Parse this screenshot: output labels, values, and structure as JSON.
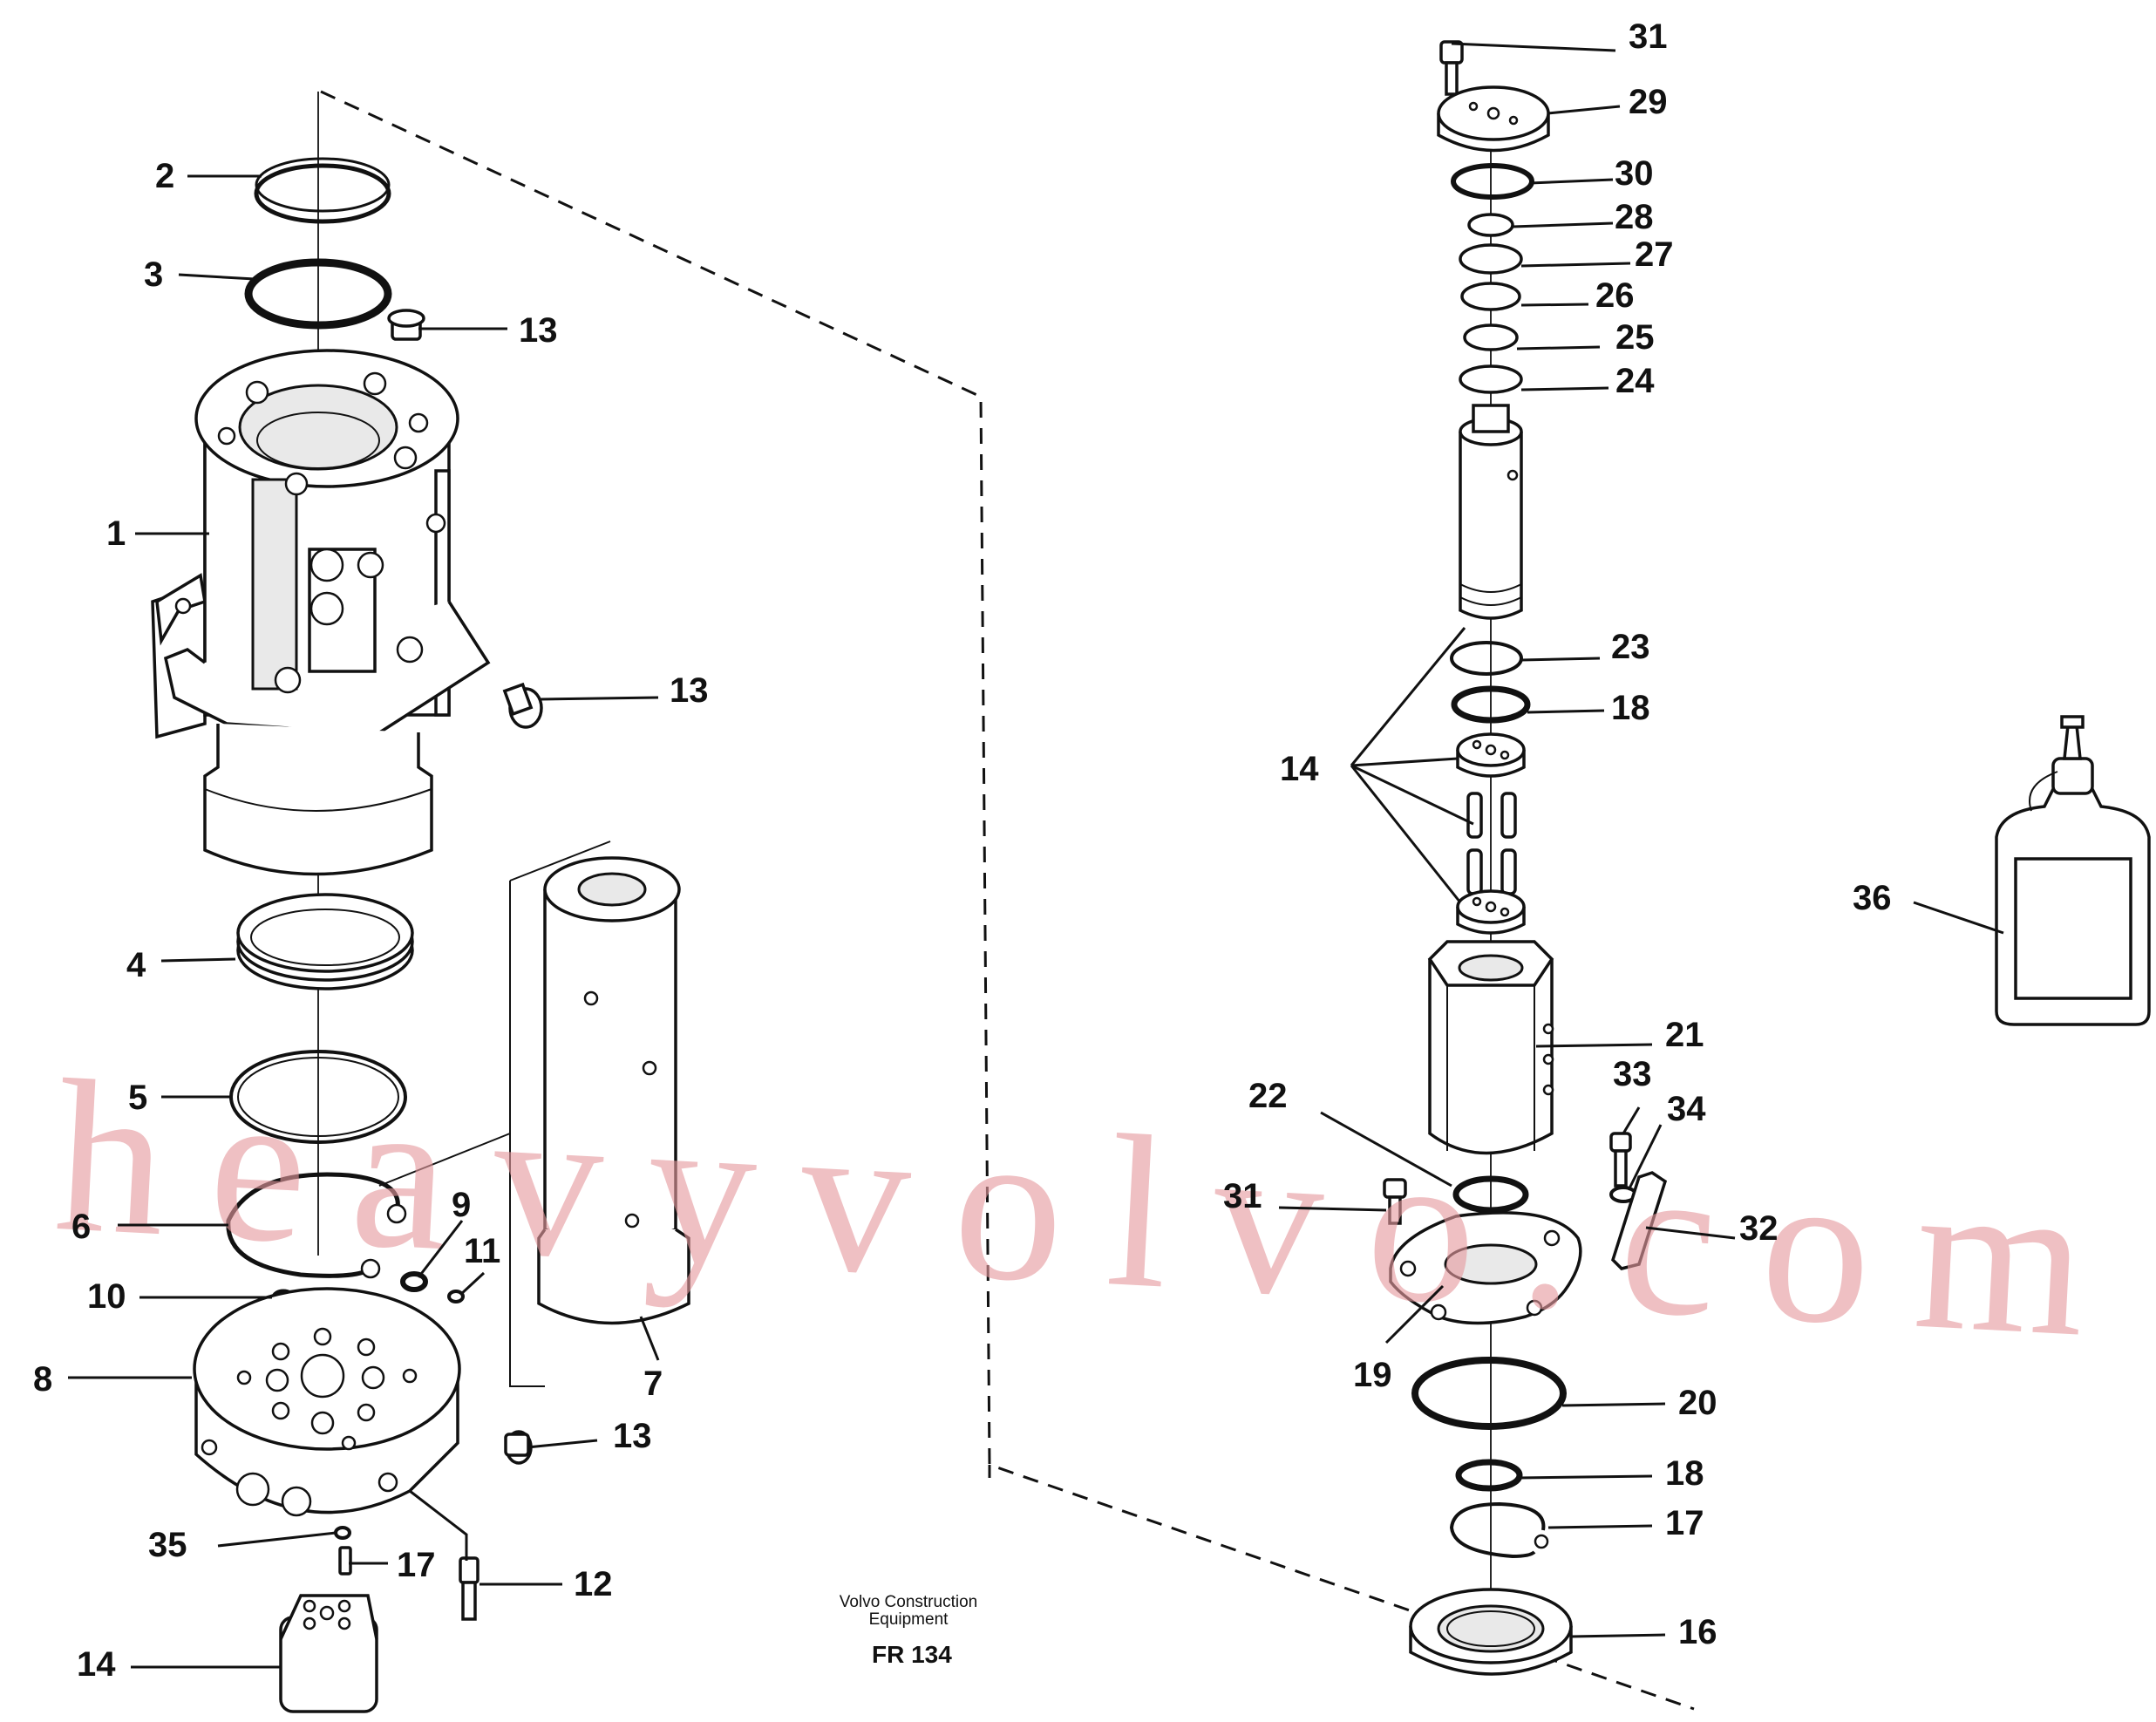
{
  "watermark": "heavyvolvo.com",
  "footer": {
    "company_line1": "Volvo Construction",
    "company_line2": "Equipment",
    "figure_code": "FR 134"
  },
  "callouts": [
    "31",
    "29",
    "30",
    "28",
    "27",
    "26",
    "25",
    "24",
    "23",
    "18",
    "14",
    "21",
    "22",
    "33",
    "34",
    "31",
    "32",
    "19",
    "20",
    "18",
    "17",
    "16",
    "36",
    "2",
    "3",
    "13",
    "1",
    "13",
    "4",
    "5",
    "6",
    "9",
    "11",
    "10",
    "8",
    "7",
    "13",
    "35",
    "17",
    "12",
    "14"
  ]
}
